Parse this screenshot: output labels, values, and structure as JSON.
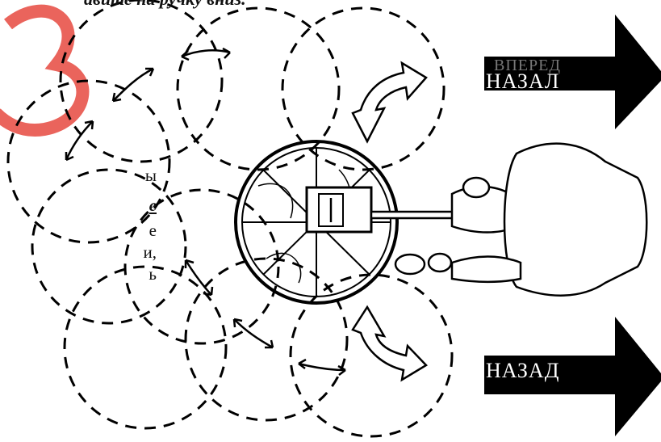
{
  "caption": {
    "top": "авите на ручку вниз."
  },
  "side_text": [
    "ы",
    "е",
    "е",
    "и,",
    "ь"
  ],
  "arrows": [
    {
      "label": "НАЗАЛ",
      "overprint": "ВПЕРЕД"
    },
    {
      "label": "НАЗАД"
    }
  ],
  "colors": {
    "ink": "#000000",
    "paper": "#ffffff",
    "watermark": "#d9534f"
  }
}
